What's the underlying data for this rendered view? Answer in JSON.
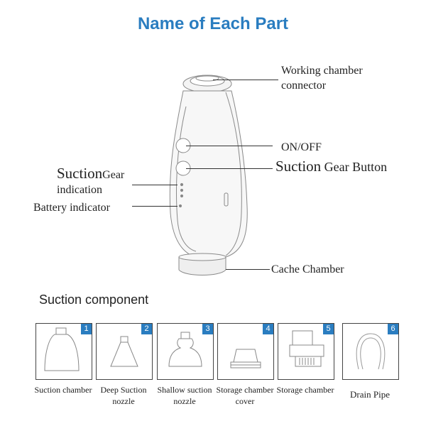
{
  "title": "Name of Each Part",
  "callouts": {
    "working_chamber": "Working chamber connector",
    "onoff": "ON/OFF",
    "suction_gear_a": "Suction",
    "suction_gear_b": "Gear Button",
    "suction_indication_a": "Suction",
    "suction_indication_b": "Gear",
    "suction_indication_c": "indication",
    "battery": "Battery indicator",
    "cache": "Cache Chamber"
  },
  "components": {
    "heading": "Suction component",
    "items": [
      {
        "number": "1",
        "label": "Suction chamber",
        "icon": "suction-chamber-icon"
      },
      {
        "number": "2",
        "label": "Deep Suction nozzle",
        "icon": "deep-nozzle-icon"
      },
      {
        "number": "3",
        "label": "Shallow suction nozzle",
        "icon": "shallow-nozzle-icon"
      },
      {
        "number": "4",
        "label": "Storage chamber cover",
        "icon": "storage-cover-icon"
      },
      {
        "number": "5",
        "label": "Storage chamber",
        "icon": "storage-chamber-icon"
      },
      {
        "number": "6",
        "label": "Drain Pipe",
        "icon": "drain-pipe-icon"
      }
    ]
  },
  "colors": {
    "accent": "#2a7dc0",
    "line": "#333333"
  }
}
